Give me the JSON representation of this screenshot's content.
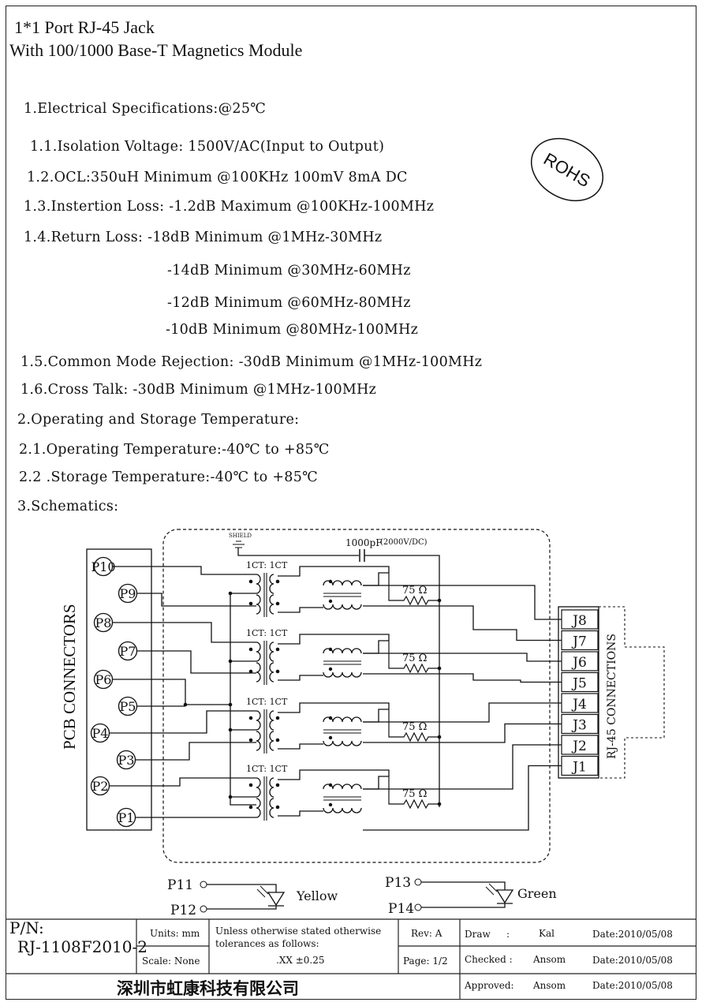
{
  "title": {
    "line1": "1*1 Port RJ-45 Jack",
    "line2": "With 100/1000 Base-T Magnetics Module"
  },
  "rohs": "ROHS",
  "sections": {
    "electrical": "1.Electrical Specifications:@25℃",
    "isolation": "1.1.Isolation Voltage: 1500V/AC(Input to Output)",
    "ocl": "1.2.OCL:350uH Minimum @100KHz 100mV 8mA DC",
    "insertion": "1.3.Instertion Loss: -1.2dB Maximum @100KHz-100MHz",
    "return_loss": "1.4.Return Loss: -18dB Minimum @1MHz-30MHz",
    "return_loss_2": "-14dB Minimum @30MHz-60MHz",
    "return_loss_3": "-12dB Minimum @60MHz-80MHz",
    "return_loss_4": "-10dB Minimum @80MHz-100MHz",
    "common_mode": "1.5.Common Mode Rejection: -30dB Minimum @1MHz-100MHz",
    "cross_talk": "1.6.Cross Talk: -30dB Minimum @1MHz-100MHz",
    "temperature": "2.Operating and Storage Temperature:",
    "operating": "2.1.Operating Temperature:-40℃ to +85℃",
    "storage": "2.2 .Storage Temperature:-40℃ to +85℃",
    "schematics": "3.Schematics:"
  },
  "schematic": {
    "pcb_label": "PCB CONNECTORS",
    "rj45_label": "RJ-45 CONNECTIONS",
    "shield": "SHIELD",
    "capacitor": "1000pF",
    "capacitor_rating": "(2000V/DC)",
    "ratio": "1CT: 1CT",
    "resistor": "75 Ω",
    "pcb_pins": [
      "P10",
      "P9",
      "P8",
      "P7",
      "P6",
      "P5",
      "P4",
      "P3",
      "P2",
      "P1"
    ],
    "rj_pins": [
      "J8",
      "J7",
      "J6",
      "J5",
      "J4",
      "J3",
      "J2",
      "J1"
    ],
    "leds": [
      {
        "pin_a": "P11",
        "pin_b": "P12",
        "color": "Yellow"
      },
      {
        "pin_a": "P13",
        "pin_b": "P14",
        "color": "Green"
      }
    ]
  },
  "title_block": {
    "pn_label": "P/N:",
    "pn_value": "RJ-1108F2010-2",
    "units": "Units: mm",
    "scale": "Scale: None",
    "tolerance_1": "Unless otherwise stated otherwise",
    "tolerance_2": "tolerances as follows:",
    "tolerance_3": ".XX ±0.25",
    "rev": "Rev: A",
    "page": "Page: 1/2",
    "draw_label": "Draw",
    "draw_sep": ":",
    "draw_name": "Kal",
    "draw_date": "Date:2010/05/08",
    "checked_label": "Checked :",
    "checked_name": "Ansom",
    "checked_date": "Date:2010/05/08",
    "approved_label": "Approved:",
    "approved_name": "Ansom",
    "approved_date": "Date:2010/05/08",
    "company": "深圳市虹康科技有限公司"
  }
}
